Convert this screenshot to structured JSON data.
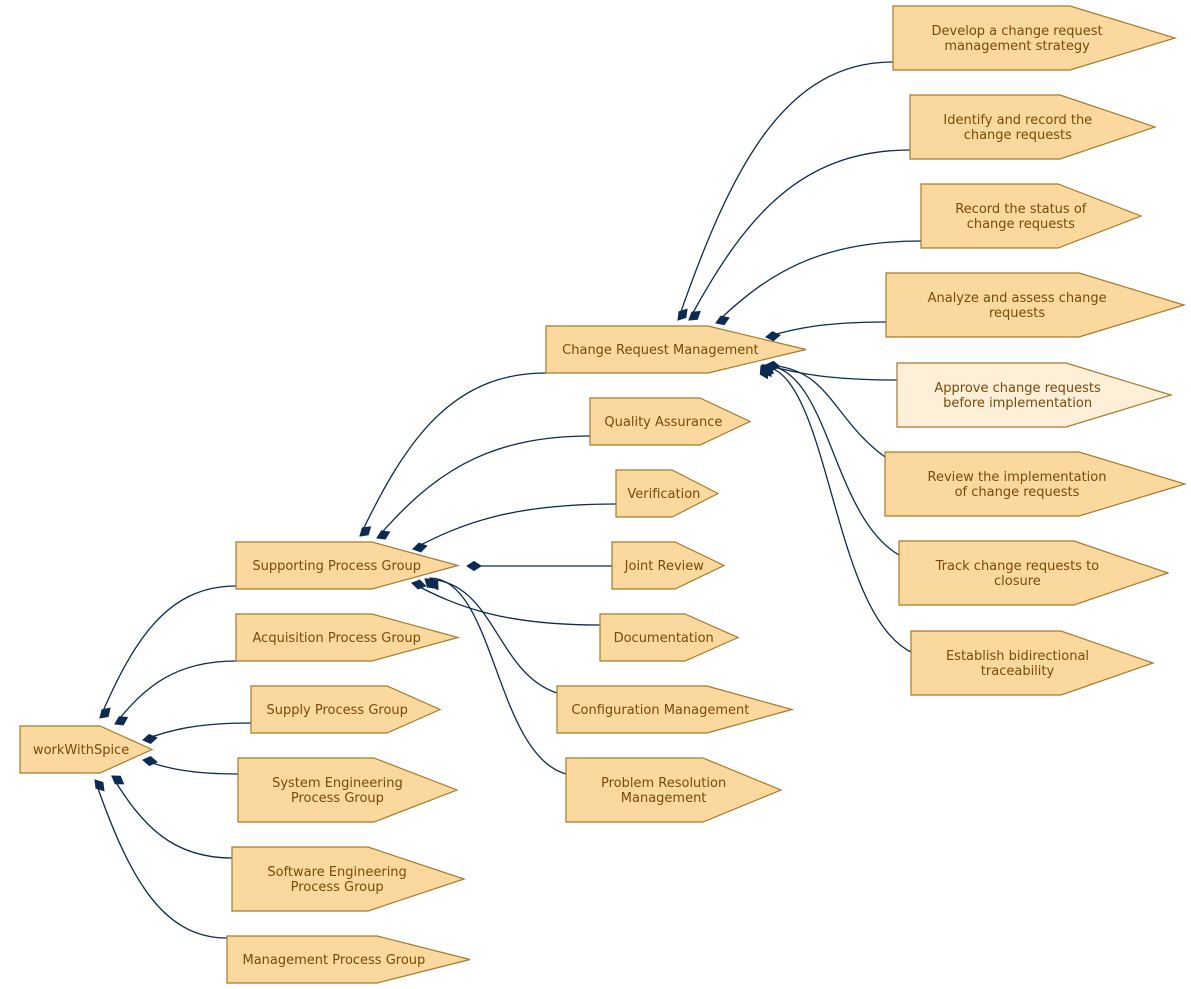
{
  "diagram": {
    "nodes": {
      "root": {
        "label": "workWithSpice",
        "state": "normal"
      },
      "supporting": {
        "label": "Supporting Process Group",
        "state": "normal"
      },
      "acquisition": {
        "label": "Acquisition Process Group",
        "state": "normal"
      },
      "supply": {
        "label": "Supply Process Group",
        "state": "normal"
      },
      "system_eng": {
        "label": "System Engineering\nProcess Group",
        "state": "normal"
      },
      "software_eng": {
        "label": "Software Engineering\nProcess Group",
        "state": "normal"
      },
      "management": {
        "label": "Management Process Group",
        "state": "normal"
      },
      "crm": {
        "label": "Change Request Management",
        "state": "normal"
      },
      "qa": {
        "label": "Quality Assurance",
        "state": "normal"
      },
      "verification": {
        "label": "Verification",
        "state": "normal"
      },
      "joint_review": {
        "label": "Joint Review",
        "state": "normal"
      },
      "documentation": {
        "label": "Documentation",
        "state": "normal"
      },
      "config_mgmt": {
        "label": "Configuration Management",
        "state": "normal"
      },
      "problem_res": {
        "label": "Problem Resolution\nManagement",
        "state": "normal"
      },
      "develop_strategy": {
        "label": "Develop a change request\nmanagement strategy",
        "state": "normal"
      },
      "identify_record": {
        "label": "Identify and record the\nchange requests",
        "state": "normal"
      },
      "record_status": {
        "label": "Record the status of\nchange requests",
        "state": "normal"
      },
      "analyze_assess": {
        "label": "Analyze and assess change\nrequests",
        "state": "normal"
      },
      "approve": {
        "label": "Approve change requests\nbefore implementation",
        "state": "highlight"
      },
      "review_impl": {
        "label": "Review the implementation\nof change requests",
        "state": "normal"
      },
      "track_closure": {
        "label": "Track change requests to\nclosure",
        "state": "normal"
      },
      "traceability": {
        "label": "Establish bidirectional\ntraceability",
        "state": "normal"
      }
    },
    "edges": [
      {
        "from": "root",
        "to": "supporting"
      },
      {
        "from": "root",
        "to": "acquisition"
      },
      {
        "from": "root",
        "to": "supply"
      },
      {
        "from": "root",
        "to": "system_eng"
      },
      {
        "from": "root",
        "to": "software_eng"
      },
      {
        "from": "root",
        "to": "management"
      },
      {
        "from": "supporting",
        "to": "crm"
      },
      {
        "from": "supporting",
        "to": "qa"
      },
      {
        "from": "supporting",
        "to": "verification"
      },
      {
        "from": "supporting",
        "to": "joint_review"
      },
      {
        "from": "supporting",
        "to": "documentation"
      },
      {
        "from": "supporting",
        "to": "config_mgmt"
      },
      {
        "from": "supporting",
        "to": "problem_res"
      },
      {
        "from": "crm",
        "to": "develop_strategy"
      },
      {
        "from": "crm",
        "to": "identify_record"
      },
      {
        "from": "crm",
        "to": "record_status"
      },
      {
        "from": "crm",
        "to": "analyze_assess"
      },
      {
        "from": "crm",
        "to": "approve"
      },
      {
        "from": "crm",
        "to": "review_impl"
      },
      {
        "from": "crm",
        "to": "track_closure"
      },
      {
        "from": "crm",
        "to": "traceability"
      }
    ],
    "colors": {
      "node_fill": "#fbd89d",
      "node_fill_highlight": "#fdefd8",
      "node_stroke": "#a87a2c",
      "label_text": "#7a4a0a",
      "edge": "#0d2a52"
    }
  }
}
